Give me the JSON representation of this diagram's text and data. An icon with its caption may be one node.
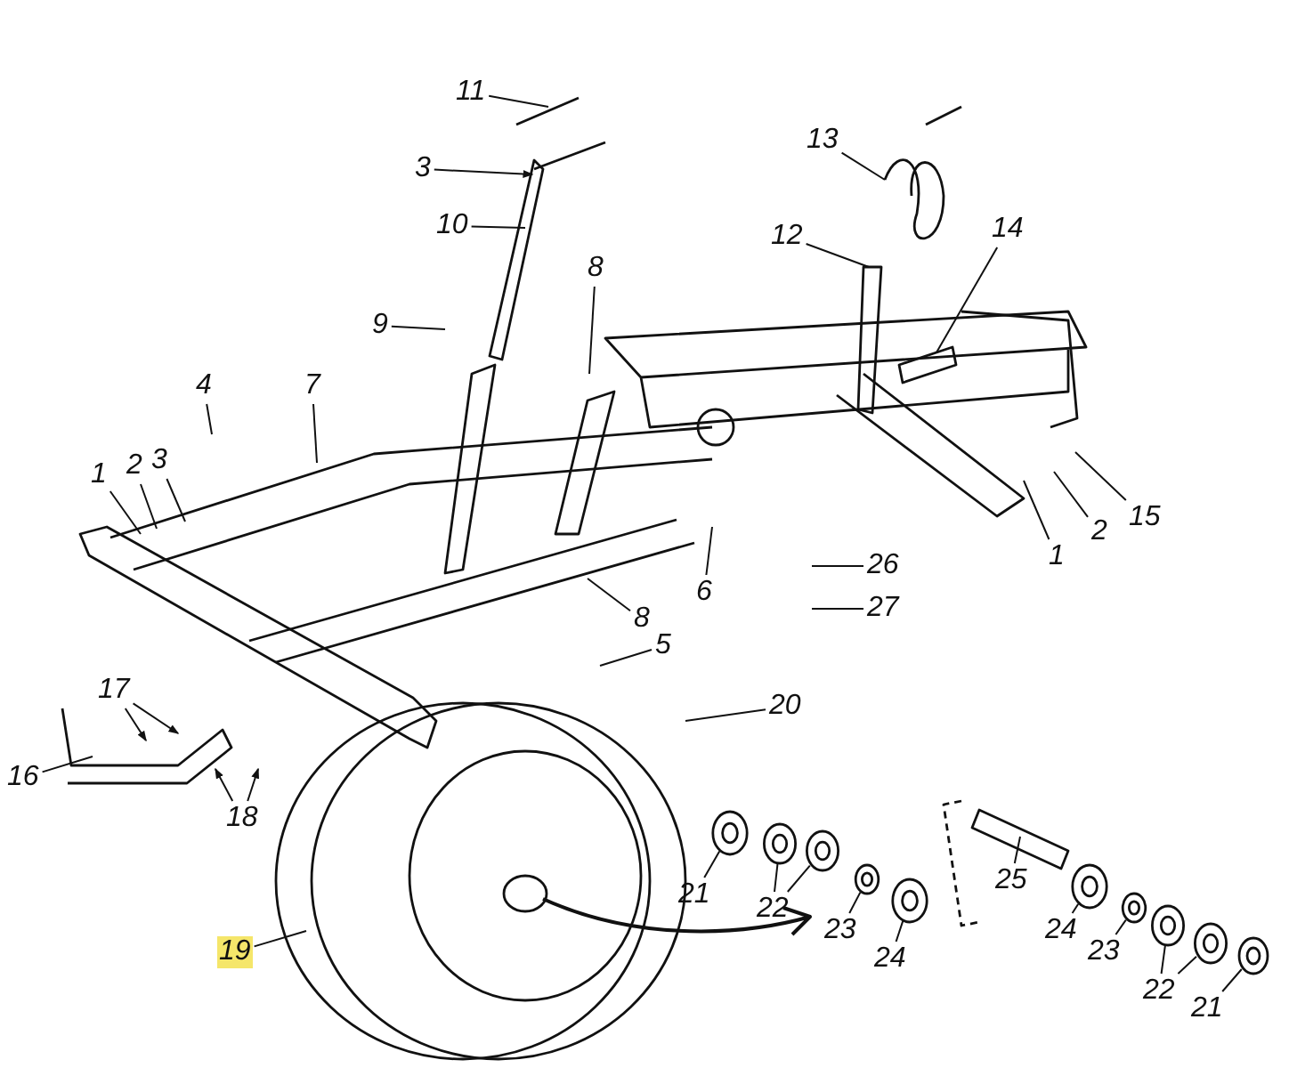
{
  "diagram": {
    "nodes": [
      {
        "text": [
          "11"
        ]
      },
      {
        "text": [
          "3"
        ]
      },
      {
        "text": [
          "10"
        ]
      },
      {
        "text": [
          "8"
        ]
      },
      {
        "text": [
          "9"
        ]
      },
      {
        "text": [
          "4"
        ]
      },
      {
        "text": [
          "7"
        ]
      },
      {
        "text": [
          "1"
        ]
      },
      {
        "text": [
          "2"
        ]
      },
      {
        "text": [
          "3"
        ]
      },
      {
        "text": [
          "8"
        ]
      },
      {
        "text": [
          "5"
        ]
      },
      {
        "text": [
          "6"
        ]
      },
      {
        "text": [
          "13"
        ]
      },
      {
        "text": [
          "12"
        ]
      },
      {
        "text": [
          "14"
        ]
      },
      {
        "text": [
          "1"
        ]
      },
      {
        "text": [
          "2"
        ]
      },
      {
        "text": [
          "15"
        ]
      },
      {
        "text": [
          "26"
        ]
      },
      {
        "text": [
          "27"
        ]
      },
      {
        "text": [
          "17"
        ]
      },
      {
        "text": [
          "16"
        ]
      },
      {
        "text": [
          "18"
        ]
      },
      {
        "text": [
          "19"
        ]
      },
      {
        "text": [
          "20"
        ]
      },
      {
        "text": [
          "21"
        ]
      },
      {
        "text": [
          "22"
        ]
      },
      {
        "text": [
          "23"
        ]
      },
      {
        "text": [
          "24"
        ]
      },
      {
        "text": [
          "25"
        ]
      },
      {
        "text": [
          "24"
        ]
      },
      {
        "text": [
          "23"
        ]
      },
      {
        "text": [
          "22"
        ]
      },
      {
        "text": [
          "21"
        ]
      },
      {
        "text": [],
        "shape": "circle"
      },
      {
        "text": [],
        "shape": "circle"
      },
      {
        "text": [],
        "shape": "circle"
      },
      {
        "text": [],
        "shape": "circle"
      },
      {
        "text": [],
        "shape": "circle"
      },
      {
        "text": [],
        "shape": "circle"
      },
      {
        "text": [],
        "shape": "circle"
      },
      {
        "text": [],
        "shape": "circle"
      },
      {
        "text": [],
        "shape": "circle"
      },
      {
        "text": [],
        "shape": "circle"
      }
    ],
    "edges": [
      {
        "from": 0,
        "to": null,
        "arrow": "none"
      },
      {
        "from": 1,
        "to": null,
        "arrow": "to"
      },
      {
        "from": 2,
        "to": null,
        "arrow": "none"
      },
      {
        "from": 3,
        "to": null,
        "arrow": "none"
      },
      {
        "from": 4,
        "to": null,
        "arrow": "none"
      },
      {
        "from": 5,
        "to": null,
        "arrow": "none"
      },
      {
        "from": 6,
        "to": null,
        "arrow": "none"
      },
      {
        "from": 7,
        "to": null,
        "arrow": "none"
      },
      {
        "from": 8,
        "to": null,
        "arrow": "none"
      },
      {
        "from": 9,
        "to": null,
        "arrow": "none"
      },
      {
        "from": 10,
        "to": null,
        "arrow": "none"
      },
      {
        "from": 11,
        "to": null,
        "arrow": "none"
      },
      {
        "from": 12,
        "to": null,
        "arrow": "none"
      },
      {
        "from": 13,
        "to": null,
        "arrow": "none"
      },
      {
        "from": 14,
        "to": null,
        "arrow": "none"
      },
      {
        "from": 15,
        "to": null,
        "arrow": "none"
      },
      {
        "from": 16,
        "to": null,
        "arrow": "none"
      },
      {
        "from": 17,
        "to": null,
        "arrow": "none"
      },
      {
        "from": 18,
        "to": null,
        "arrow": "none"
      },
      {
        "from": 19,
        "to": null,
        "arrow": "none"
      },
      {
        "from": 20,
        "to": null,
        "arrow": "none"
      },
      {
        "from": 21,
        "to": null,
        "arrow": "to"
      },
      {
        "from": 21,
        "to": null,
        "arrow": "to"
      },
      {
        "from": 22,
        "to": null,
        "arrow": "none"
      },
      {
        "from": 23,
        "to": null,
        "arrow": "to"
      },
      {
        "from": 23,
        "to": null,
        "arrow": "to"
      },
      {
        "from": 24,
        "to": null,
        "arrow": "none"
      },
      {
        "from": 25,
        "to": null,
        "arrow": "none"
      },
      {
        "from": 26,
        "to": 35,
        "arrow": "none"
      },
      {
        "from": 27,
        "to": 36,
        "arrow": "none"
      },
      {
        "from": 27,
        "to": 37,
        "arrow": "none"
      },
      {
        "from": 28,
        "to": 38,
        "arrow": "none"
      },
      {
        "from": 29,
        "to": 39,
        "arrow": "none"
      },
      {
        "from": 30,
        "to": null,
        "arrow": "none"
      },
      {
        "from": 31,
        "to": 40,
        "arrow": "none"
      },
      {
        "from": 32,
        "to": 41,
        "arrow": "none"
      },
      {
        "from": 33,
        "to": 42,
        "arrow": "none"
      },
      {
        "from": 33,
        "to": 43,
        "arrow": "none"
      },
      {
        "from": 34,
        "to": 44,
        "arrow": "none"
      }
    ]
  }
}
